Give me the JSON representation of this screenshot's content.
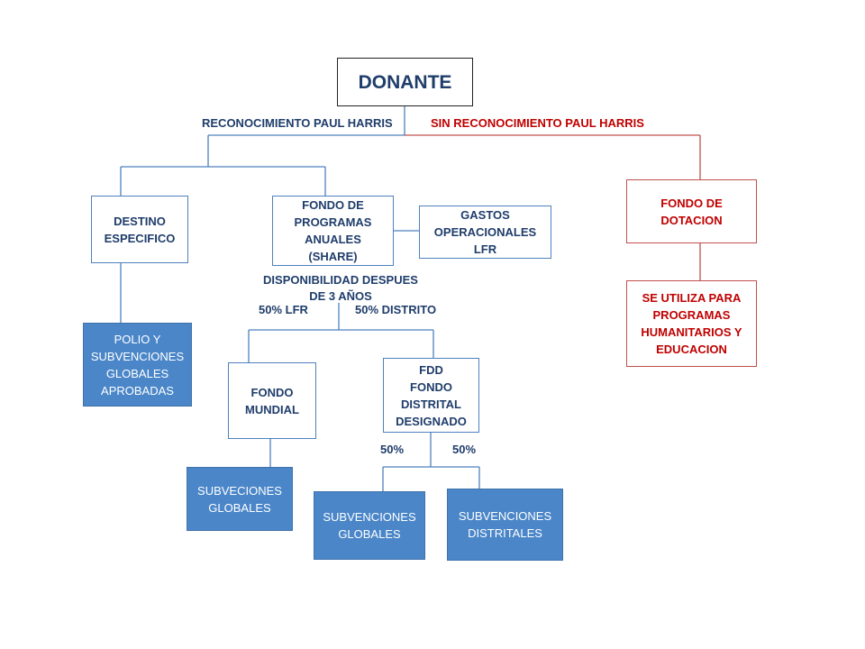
{
  "nodes": {
    "donante": "DONANTE",
    "destino_especifico": "DESTINO\nESPECIFICO",
    "fondo_programas_anuales": "FONDO DE\nPROGRAMAS\nANUALES\n(SHARE)",
    "gastos_operacionales": "GASTOS\nOPERACIONALES\nLFR",
    "fondo_dotacion": "FONDO DE\nDOTACION",
    "programas_humanitarios": "SE UTILIZA PARA\nPROGRAMAS\nHUMANITARIOS Y\nEDUCACION",
    "polio_subvenciones": "POLIO Y\nSUBVENCIONES\nGLOBALES\nAPROBADAS",
    "fondo_mundial": "FONDO\nMUNDIAL",
    "fdd": "FDD\nFONDO\nDISTRITAL\nDESIGNADO",
    "subvenciones_globales_mundial": "SUBVECIONES\nGLOBALES",
    "subvenciones_globales_fdd": "SUBVENCIONES\nGLOBALES",
    "subvenciones_distritales": "SUBVENCIONES\nDISTRITALES"
  },
  "labels": {
    "reconocimiento": "RECONOCIMIENTO PAUL HARRIS",
    "sin_reconocimiento": "SIN RECONOCIMIENTO PAUL HARRIS",
    "disponibilidad": "DISPONIBILIDAD DESPUES\nDE 3 AÑOS",
    "lfr_50": "50% LFR",
    "distrito_50": "50% DISTRITO",
    "fdd_left_50": "50%",
    "fdd_right_50": "50%"
  },
  "colors": {
    "blue_line": "#4f81bd",
    "red_line": "#c0504d",
    "blue_fill": "#4a86c8",
    "red_text": "#c00000",
    "navy_text": "#1f3d6b"
  }
}
